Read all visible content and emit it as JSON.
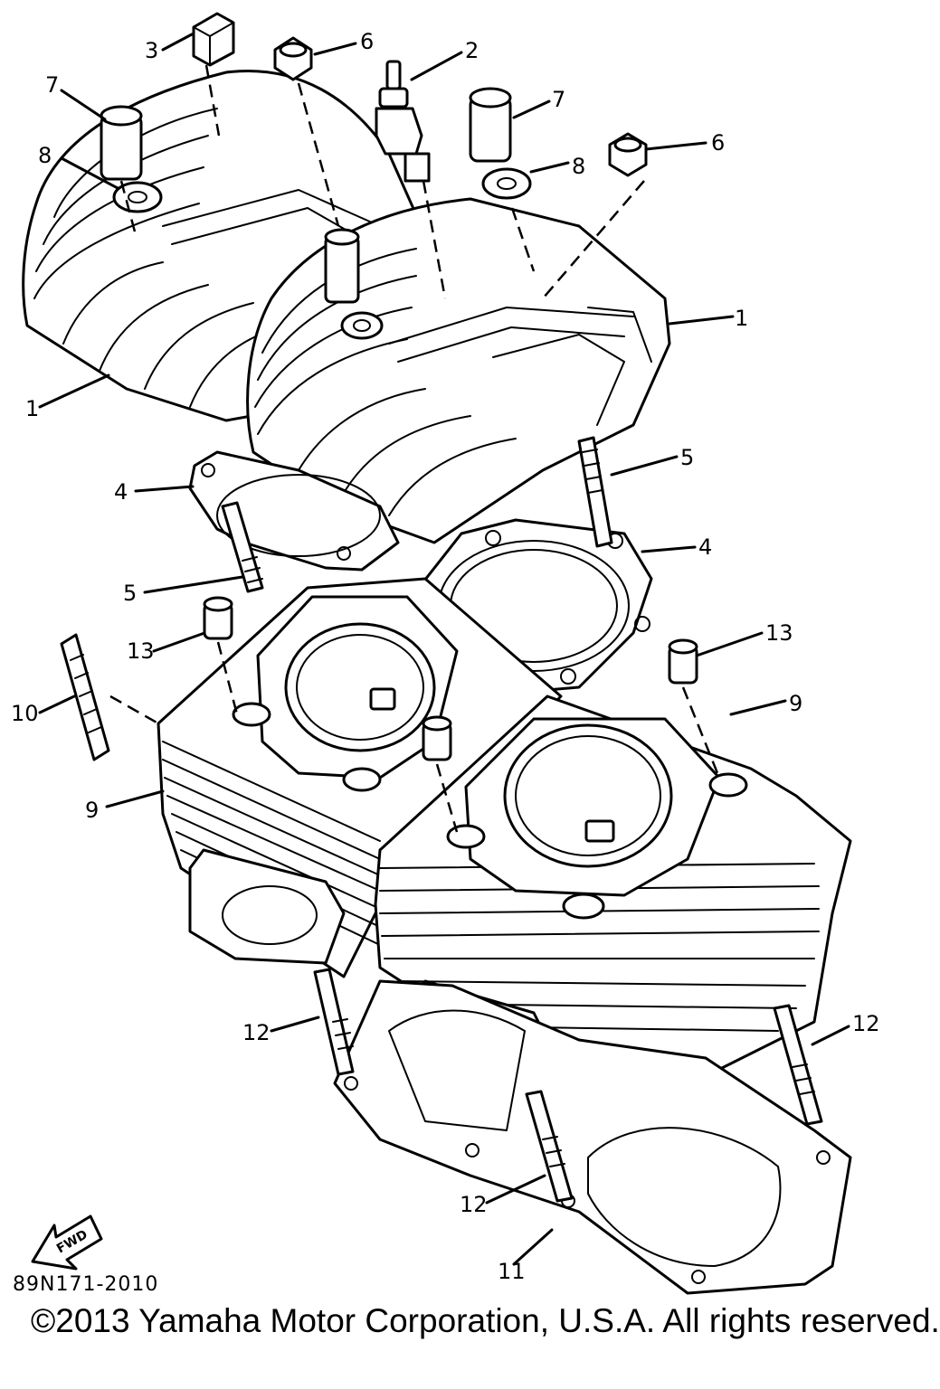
{
  "callouts": {
    "c1": "1",
    "c2": "2",
    "c3": "3",
    "c4": "4",
    "c5": "5",
    "c6": "6",
    "c7": "7",
    "c8": "8",
    "c9": "9",
    "c10": "10",
    "c11": "11",
    "c12": "12",
    "c13": "13"
  },
  "fwd_label": "FWD",
  "drawing_number": "89N171-2010",
  "copyright": "©2013 Yamaha Motor Corporation, U.S.A. All rights reserved."
}
